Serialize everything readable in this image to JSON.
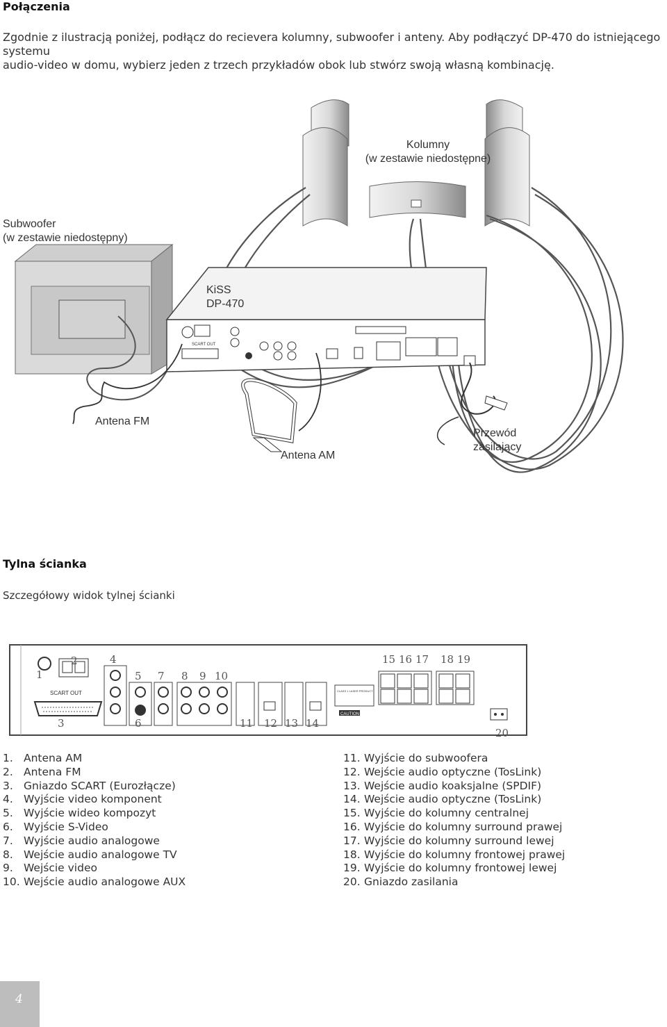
{
  "header": {
    "title": "Połączenia",
    "intro_line1": "Zgodnie z ilustracją poniżej, podłącz do recievera kolumny, subwoofer i anteny. Aby podłączyć DP-470 do istniejącego systemu",
    "intro_line2": "audio-video w domu, wybierz jeden z trzech przykładów obok lub stwórz swoją własną kombinację."
  },
  "diagram": {
    "speakers_label_1": "Kolumny",
    "speakers_label_2": "(w zestawie niedostępne)",
    "subwoofer_label_1": "Subwoofer",
    "subwoofer_label_2": "(w zestawie niedostępny)",
    "device_label_1": "KiSS",
    "device_label_2": "DP-470",
    "fm_label": "Antena FM",
    "am_label": "Antena AM",
    "power_label_1": "Przewód",
    "power_label_2": "zasilający",
    "panel_scart_text": "SCART OUT"
  },
  "back_panel": {
    "title": "Tylna ścianka",
    "subtitle": "Szczegółowy widok tylnej ścianki",
    "scart_text": "SCART OUT",
    "caution_text": "CAUTION",
    "laser_text": "CLASS 1 LASER PRODUCT",
    "callouts": [
      "1",
      "2",
      "3",
      "4",
      "5",
      "6",
      "7",
      "8",
      "9",
      "10",
      "11",
      "12",
      "13",
      "14",
      "15",
      "16",
      "17",
      "18",
      "19",
      "20"
    ]
  },
  "legend_left": [
    {
      "num": "1.",
      "text": "Antena AM"
    },
    {
      "num": "2.",
      "text": "Antena FM"
    },
    {
      "num": "3.",
      "text": "Gniazdo SCART (Eurozłącze)"
    },
    {
      "num": "4.",
      "text": "Wyjście video komponent"
    },
    {
      "num": "5.",
      "text": "Wyjście wideo kompozyt"
    },
    {
      "num": "6.",
      "text": "Wyjście S-Video"
    },
    {
      "num": "7.",
      "text": "Wyjście audio analogowe"
    },
    {
      "num": "8.",
      "text": "Wejście audio analogowe TV"
    },
    {
      "num": "9.",
      "text": "Wejście video"
    },
    {
      "num": "10.",
      "text": "Wejście audio analogowe AUX"
    }
  ],
  "legend_right": [
    {
      "num": "11.",
      "text": "Wyjście do subwoofera"
    },
    {
      "num": "12.",
      "text": "Wejście audio optyczne (TosLink)"
    },
    {
      "num": "13.",
      "text": "Wejście audio koaksjalne (SPDIF)"
    },
    {
      "num": "14.",
      "text": "Wejście audio optyczne (TosLink)"
    },
    {
      "num": "15.",
      "text": "Wyjście do kolumny centralnej"
    },
    {
      "num": "16.",
      "text": "Wyjście do kolumny surround prawej"
    },
    {
      "num": "17.",
      "text": "Wyjście do kolumny surround lewej"
    },
    {
      "num": "18.",
      "text": "Wyjście do kolumny frontowej prawej"
    },
    {
      "num": "19.",
      "text": "Wyjście do kolumny frontowej lewej"
    },
    {
      "num": "20.",
      "text": "Gniazdo zasilania"
    }
  ],
  "footer": {
    "page_number": "4"
  }
}
